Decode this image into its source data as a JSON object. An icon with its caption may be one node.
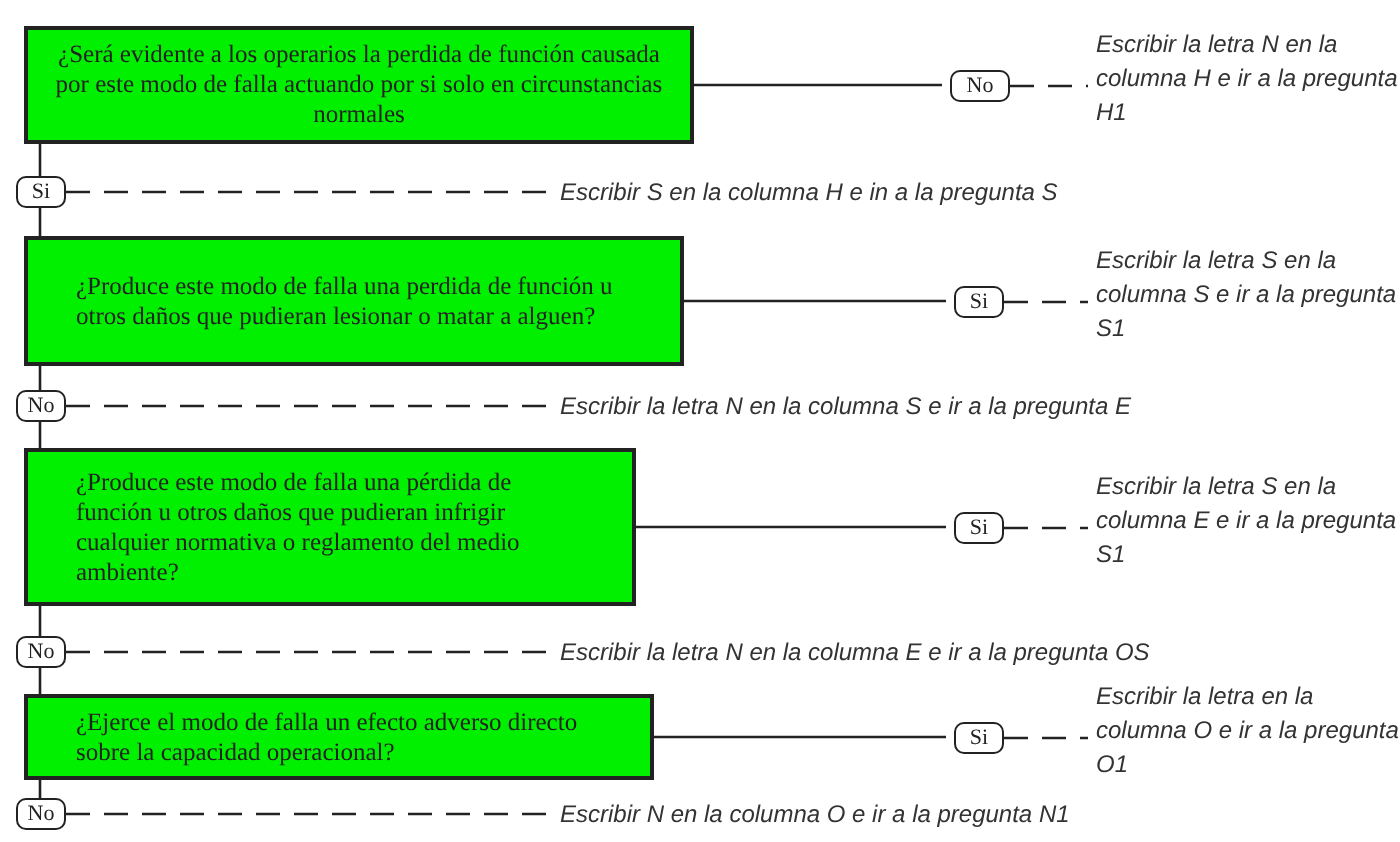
{
  "diagram": {
    "nodes": [
      {
        "text": [
          "¿Será evidente a los  operarios la perdida de función causada por este modo de falla actuando por si solo en circunstancias normales"
        ]
      },
      {
        "text": [
          "No"
        ]
      },
      {
        "text": [
          "Escribir la letra N en la columna H e ir a la pregunta H1"
        ]
      },
      {
        "text": [
          "Si"
        ]
      },
      {
        "text": [
          "Escribir S en la columna H e in a la pregunta S"
        ]
      },
      {
        "text": [
          "¿Produce este modo de falla una perdida de función u otros  daños que pudieran lesionar o matar a alguen?"
        ]
      },
      {
        "text": [
          "Si"
        ]
      },
      {
        "text": [
          "Escribir la letra S en la columna S e ir a la pregunta S1"
        ]
      },
      {
        "text": [
          "No"
        ]
      },
      {
        "text": [
          "Escribir la letra N en la columna S e ir a la pregunta E"
        ]
      },
      {
        "text": [
          "¿Produce este modo de falla una pérdida de función u otros daños que pudieran infrigir cualquier normativa o reglamento del medio ambiente?"
        ]
      },
      {
        "text": [
          "Si"
        ]
      },
      {
        "text": [
          "Escribir la letra S en la columna E e ir a la pregunta S1"
        ]
      },
      {
        "text": [
          "No"
        ]
      },
      {
        "text": [
          "Escribir la letra N en la columna E e ir a la pregunta OS"
        ]
      },
      {
        "text": [
          "¿Ejerce el modo de falla un efecto adverso directo sobre la capacidad operacional?"
        ]
      },
      {
        "text": [
          "Si"
        ]
      },
      {
        "text": [
          "Escribir la letra en la columna O e ir a la pregunta O1"
        ]
      },
      {
        "text": [
          "No"
        ]
      },
      {
        "text": [
          "Escribir N en la columna O e ir a la pregunta N1"
        ]
      }
    ],
    "edges": [
      {
        "from": 0,
        "to": 1,
        "arrow": "none"
      },
      {
        "from": 1,
        "to": 2,
        "arrow": "none",
        "style": "dashed"
      },
      {
        "from": 0,
        "to": 3,
        "arrow": "none"
      },
      {
        "from": 3,
        "to": 4,
        "arrow": "none",
        "style": "dashed"
      },
      {
        "from": 3,
        "to": 5,
        "arrow": "none"
      },
      {
        "from": 5,
        "to": 6,
        "arrow": "none"
      },
      {
        "from": 6,
        "to": 7,
        "arrow": "none",
        "style": "dashed"
      },
      {
        "from": 5,
        "to": 8,
        "arrow": "none"
      },
      {
        "from": 8,
        "to": 9,
        "arrow": "none",
        "style": "dashed"
      },
      {
        "from": 8,
        "to": 10,
        "arrow": "none"
      },
      {
        "from": 10,
        "to": 11,
        "arrow": "none"
      },
      {
        "from": 11,
        "to": 12,
        "arrow": "none",
        "style": "dashed"
      },
      {
        "from": 10,
        "to": 13,
        "arrow": "none"
      },
      {
        "from": 13,
        "to": 14,
        "arrow": "none",
        "style": "dashed"
      },
      {
        "from": 13,
        "to": 15,
        "arrow": "none"
      },
      {
        "from": 15,
        "to": 16,
        "arrow": "none"
      },
      {
        "from": 16,
        "to": 17,
        "arrow": "none",
        "style": "dashed"
      },
      {
        "from": 15,
        "to": 18,
        "arrow": "none"
      },
      {
        "from": 18,
        "to": 19,
        "arrow": "none",
        "style": "dashed"
      }
    ]
  }
}
